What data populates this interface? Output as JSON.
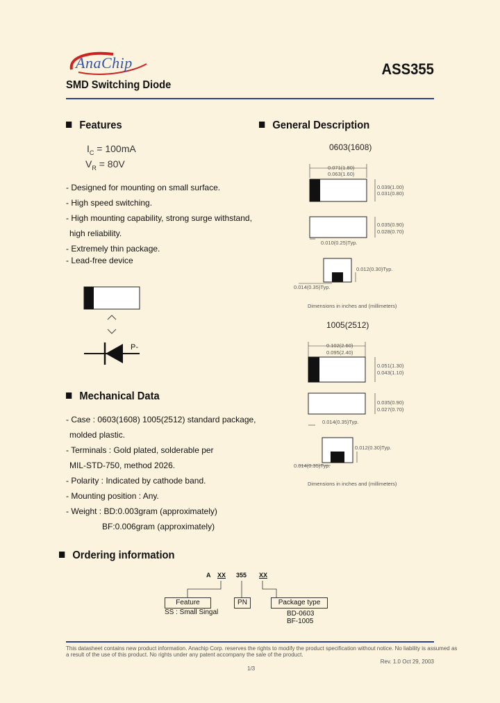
{
  "header": {
    "logo_text": "AnaChip",
    "part_number": "ASS355",
    "subtitle": "SMD Switching Diode"
  },
  "features": {
    "heading": "Features",
    "specs": [
      {
        "sym": "I",
        "sub": "C",
        "value": "= 100mA"
      },
      {
        "sym": "V",
        "sub": "R",
        "value": "= 80V"
      }
    ],
    "items": [
      "- Designed for mounting on small surface.",
      "- High speed switching.",
      "- High mounting capability, strong surge withstand,",
      "  high reliability.",
      "- Extremely thin package.",
      "- Lead-free device"
    ],
    "diode_label": "P-"
  },
  "general": {
    "heading": "General Description",
    "pkg1": {
      "title": "0603(1608)",
      "dim_top1": "0.071(1.80)",
      "dim_top2": "0.063(1.60)",
      "dim_right1": "0.039(1.00)",
      "dim_right2": "0.031(0.80)",
      "dim_side1": "0.035(0.90)",
      "dim_side2": "0.028(0.70)",
      "dim_bottom": "0.010(0.25)Typ.",
      "dim_pad_right": "0.012(0.30)Typ.",
      "dim_pad_left": "0.014(0.35)Typ.",
      "note": "Dimensions in inches and (millimeters)"
    },
    "pkg2": {
      "title": "1005(2512)",
      "dim_top1": "0.102(2.60)",
      "dim_top2": "0.095(2.40)",
      "dim_right1": "0.051(1.30)",
      "dim_right2": "0.043(1.10)",
      "dim_side1": "0.035(0.90)",
      "dim_side2": "0.027(0.70)",
      "dim_bottom": "0.014(0.35)Typ.",
      "dim_pad_right": "0.012(0.30)Typ.",
      "dim_pad_left": "0.014(0.35)Typ.",
      "note": "Dimensions in inches and (millimeters)"
    }
  },
  "mechanical": {
    "heading": "Mechanical Data",
    "items": [
      "- Case : 0603(1608) 1005(2512) standard package,",
      "  molded plastic.",
      "- Terminals : Gold plated, solderable per",
      "  MIL-STD-750, method 2026.",
      "- Polarity : Indicated by cathode band.",
      "- Mounting position : Any.",
      "- Weight : BD:0.003gram (approximately)",
      "              BF:0.006gram (approximately)"
    ]
  },
  "ordering": {
    "heading": "Ordering information",
    "code_a": "A",
    "code_xx1": "XX",
    "code_355": "355",
    "code_xx2": "XX",
    "box_feature": "Feature",
    "box_pn": "PN",
    "box_package": "Package type",
    "feature_note": "SS : Small Singal",
    "package_note1": "BD-0603",
    "package_note2": "BF-1005"
  },
  "footer": {
    "line1": "This datasheet contains new product information. Anachip Corp. reserves the rights to modify the product specification without notice. No liability is assumed as",
    "line2": "a result of the use of this product. No rights under any patent accompany the sale of the product.",
    "rev": "Rev. 1.0    Oct 29, 2003",
    "page": "1/3"
  }
}
